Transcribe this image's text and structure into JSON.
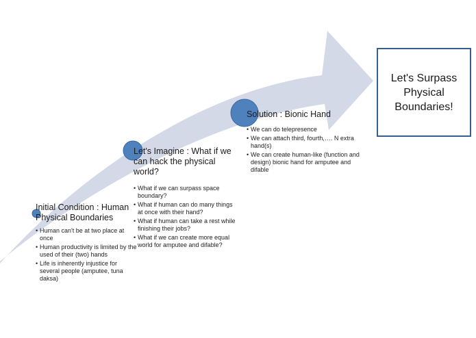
{
  "colors": {
    "arrow_fill": "#d3d9e7",
    "circle_fill": "#4f81bd",
    "circle_stroke": "#3b6aa0",
    "goal_border": "#365f91"
  },
  "stages": [
    {
      "title": "Initial Condition : Human Physical Boundaries",
      "points": [
        "Human can't be at two place at once",
        "Human productivity is limited by the used of their (two) hands",
        "Life is inherently injustice for several people (amputee, tuna daksa)"
      ]
    },
    {
      "title": "Let's Imagine : What if we can hack the physical world?",
      "points": [
        "What if we can surpass space boundary?",
        "What if human can do many things at once with their hand?",
        "What if human can take a rest while finishing their jobs?",
        "What if we can create more equal world for amputee and difable?"
      ]
    },
    {
      "title": "Solution : Bionic Hand",
      "points": [
        "We can do telepresence",
        "We can attach third, fourth,…. N extra hand(s)",
        "We can create human-like (function and design) bionic hand for amputee and difable"
      ]
    }
  ],
  "goal": {
    "text": "Let's Surpass Physical Boundaries!"
  }
}
